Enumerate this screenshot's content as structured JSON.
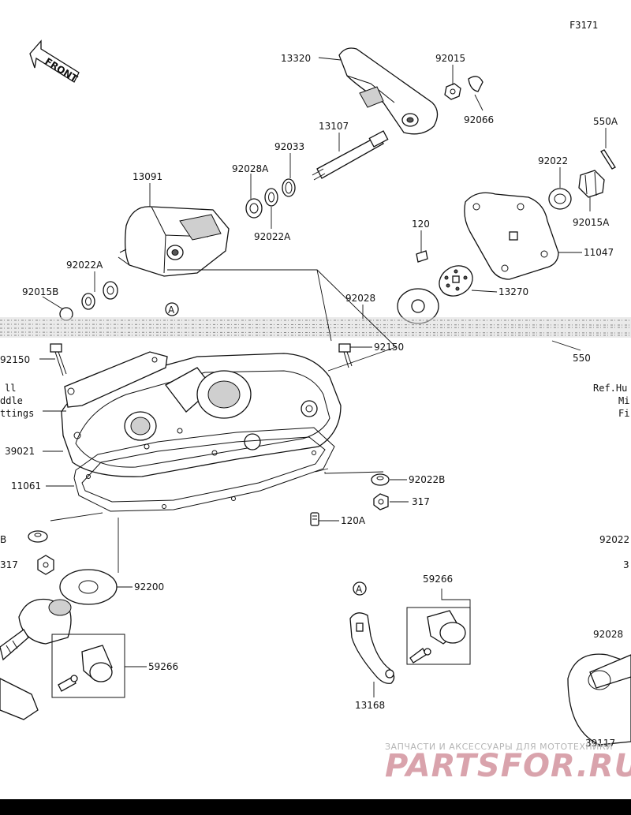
{
  "figure_code": "F3171",
  "front_label": "FRONT",
  "section_ref": "A",
  "labels": {
    "p13320": "13320",
    "p92015": "92015",
    "p92066": "92066",
    "p13107": "13107",
    "p92033": "92033",
    "p550A": "550A",
    "p92022_top": "92022",
    "p13091": "13091",
    "p92028A": "92028A",
    "p92022A_mid": "92022A",
    "p92015A": "92015A",
    "p120": "120",
    "p11047": "11047",
    "p92022A_left": "92022A",
    "p92015B": "92015B",
    "p92028": "92028",
    "p13270": "13270",
    "p92150_left": "92150",
    "p92150_right": "92150",
    "p550": "550",
    "p39021": "39021",
    "p11061": "11061",
    "p92022B": "92022B",
    "p317_mid": "317",
    "p120A": "120A",
    "p92200": "92200",
    "p59266_left": "59266",
    "p59266_right": "59266",
    "p13168": "13168",
    "p92022_right": "92022",
    "p92028_right": "92028",
    "p39117": "39117",
    "edge_B": "B",
    "edge_317": "317",
    "edge_3": "3"
  },
  "ref_text": {
    "left_line1": "ll",
    "left_line2": "ddle",
    "left_line3": "ttings",
    "right_line1": "Ref.Hu",
    "right_line2": "Mi",
    "right_line3": "Fi"
  },
  "watermark": {
    "line1": "ЗАПЧАСТИ И АКСЕССУАРЫ ДЛЯ МОТОТЕХНИКИ",
    "line2": "PARTSFOR.RU"
  }
}
